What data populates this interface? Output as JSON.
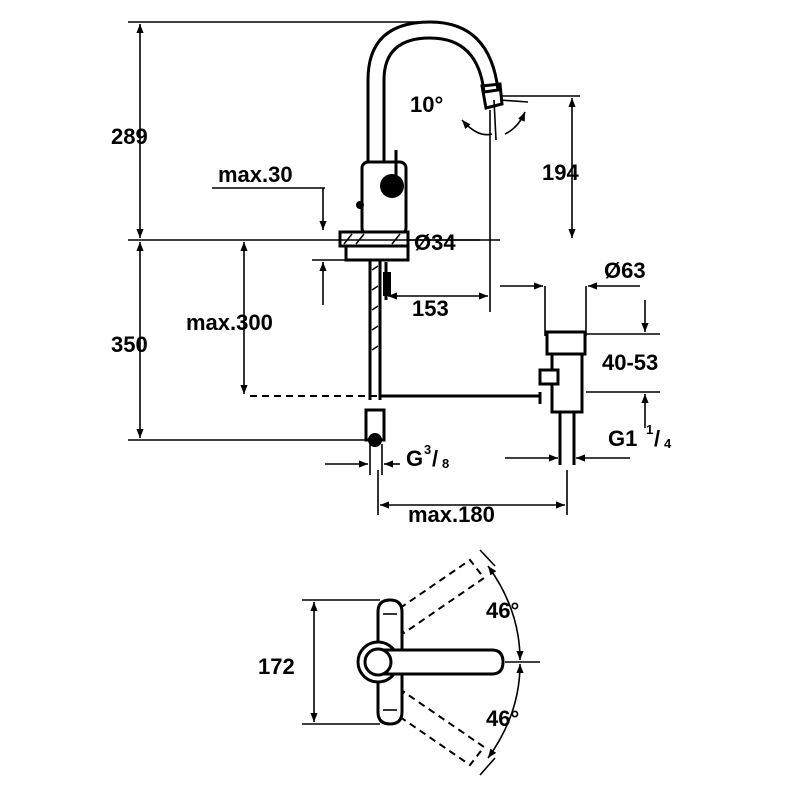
{
  "dimensions": {
    "d289": "289",
    "d194": "194",
    "d350": "350",
    "max30": "max.30",
    "max300": "max.300",
    "max180": "max.180",
    "d153": "153",
    "d172": "172",
    "dia34": "Ø34",
    "dia63": "Ø63",
    "range40_53": "40-53",
    "angle10": "10°",
    "angle46_top": "46°",
    "angle46_bottom": "46°",
    "g38_letter": "G",
    "g38_num": "3",
    "g38_den": "8",
    "g114_prefix": "G1",
    "g114_num": "1",
    "g114_den": "4"
  }
}
